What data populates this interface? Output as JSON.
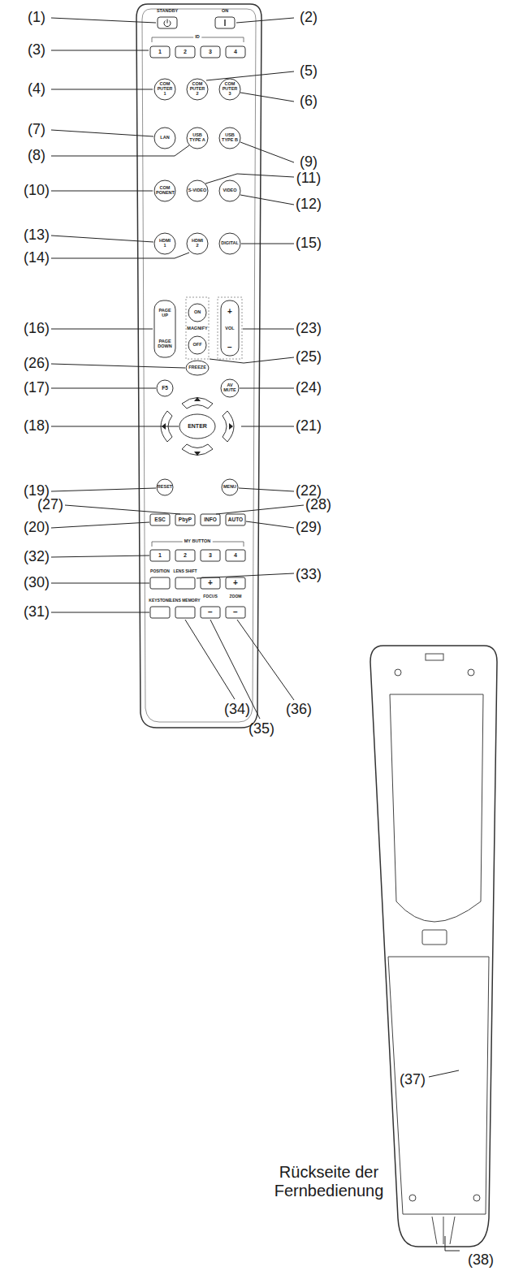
{
  "diagram": {
    "labels": [
      "(1)",
      "STANDBY",
      "ON",
      "(2)",
      "(3)",
      "ID",
      "1",
      "2",
      "3",
      "4",
      "(4)",
      "(5)",
      "COM PUTER 1",
      "COM PUTER 2",
      "COM PUTER 3",
      "(6)",
      "(7)",
      "LAN",
      "USB TYPE A",
      "USB TYPE B",
      "(8)",
      "(9)",
      "(10)",
      "(11)",
      "COM PONENT",
      "S-VIDEO",
      "VIDEO",
      "(12)",
      "(13)",
      "HDMI 1",
      "HDMI 2",
      "DIGITAL",
      "(14)",
      "(15)",
      "(16)",
      "PAGE UP",
      "PAGE DOWN",
      "ON",
      "MAGNIFY",
      "OFF",
      "+",
      "VOL",
      "−",
      "(23)",
      "(25)",
      "(26)",
      "FREEZE",
      "(17)",
      "F5",
      "AV MUTE",
      "(24)",
      "(18)",
      "ENTER",
      "(21)",
      "(19)",
      "RESET",
      "MENU",
      "(22)",
      "(27)",
      "(28)",
      "(20)",
      "ESC",
      "PbyP",
      "INFO",
      "AUTO",
      "(29)",
      "(32)",
      "MY BUTTON",
      "1",
      "2",
      "3",
      "4",
      "(33)",
      "(30)",
      "POSITION",
      "LENS SHIFT",
      "+",
      "+",
      "FOCUS",
      "ZOOM",
      "(31)",
      "KEYSTONE",
      "LENS MEMORY",
      "−",
      "−",
      "(34)",
      "(35)",
      "(36)",
      "(37)",
      "Rückseite der Fernbedienung",
      "(38)"
    ]
  }
}
